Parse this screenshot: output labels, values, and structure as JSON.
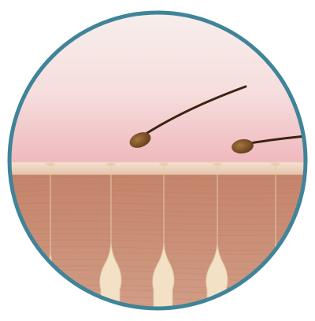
{
  "illustration": {
    "subject": "hair-removal-skin-cross-section",
    "colors": {
      "ring": "#3f8498",
      "background": "#ffffff",
      "sky_top": "#f7f1ee",
      "sky_pink": "#efb6bc",
      "skin_surface": "#f0d6c4",
      "skin_dark": "#b57560",
      "skin_mid": "#c98d74",
      "follicle": "#f3e1c6",
      "hair_bulb": "#7a4f28",
      "hair_shaft": "#3a2412"
    },
    "follicle_count": 5,
    "loose_hair_count": 2
  }
}
